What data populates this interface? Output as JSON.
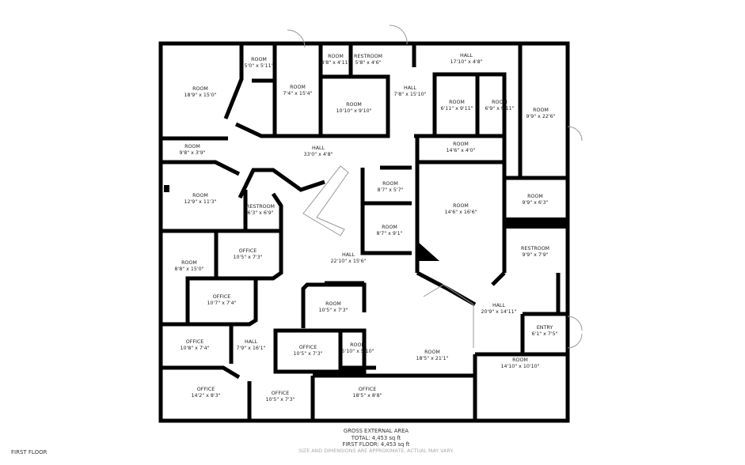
{
  "floor_name": "FIRST FLOOR",
  "rooms": [
    {
      "name": "ROOM",
      "dims": "18'9\" x 15'0\""
    },
    {
      "name": "ROOM",
      "dims": "5'0\" x 5'11\""
    },
    {
      "name": "ROOM",
      "dims": "7'4\" x 15'4\""
    },
    {
      "name": "ROOM",
      "dims": "4'8\" x 4'11\""
    },
    {
      "name": "RESTROOM",
      "dims": "5'8\" x 4'6\""
    },
    {
      "name": "HALL",
      "dims": "7'8\" x 15'10\""
    },
    {
      "name": "HALL",
      "dims": "17'10\" x 4'8\""
    },
    {
      "name": "ROOM",
      "dims": "6'11\" x 9'11\""
    },
    {
      "name": "ROOM",
      "dims": "6'9\" x 9'11\""
    },
    {
      "name": "ROOM",
      "dims": "9'9\" x 22'6\""
    },
    {
      "name": "ROOM",
      "dims": "10'10\" x 9'10\""
    },
    {
      "name": "ROOM",
      "dims": "9'8\" x 3'9\""
    },
    {
      "name": "HALL",
      "dims": "33'0\" x 4'8\""
    },
    {
      "name": "ROOM",
      "dims": "14'6\" x 4'0\""
    },
    {
      "name": "ROOM",
      "dims": "8'7\" x 5'7\""
    },
    {
      "name": "ROOM",
      "dims": "12'9\" x 11'3\""
    },
    {
      "name": "RESTROOM",
      "dims": "6'3\" x 6'9\""
    },
    {
      "name": "ROOM",
      "dims": "14'6\" x 16'6\""
    },
    {
      "name": "ROOM",
      "dims": "9'9\" x 6'3\""
    },
    {
      "name": "ROOM",
      "dims": "8'7\" x 9'1\""
    },
    {
      "name": "OFFICE",
      "dims": "10'5\" x 7'3\""
    },
    {
      "name": "ROOM",
      "dims": "8'8\" x 15'0\""
    },
    {
      "name": "HALL",
      "dims": "22'10\" x 15'6\""
    },
    {
      "name": "RESTROOM",
      "dims": "9'9\" x 7'9\""
    },
    {
      "name": "OFFICE",
      "dims": "10'7\" x 7'4\""
    },
    {
      "name": "ROOM",
      "dims": "10'5\" x 7'3\""
    },
    {
      "name": "HALL",
      "dims": "20'9\" x 14'11\""
    },
    {
      "name": "ENTRY",
      "dims": "6'1\" x 7'5\""
    },
    {
      "name": "OFFICE",
      "dims": "10'8\" x 7'4\""
    },
    {
      "name": "HALL",
      "dims": "7'9\" x 16'1\""
    },
    {
      "name": "OFFICE",
      "dims": "10'5\" x 7'3\""
    },
    {
      "name": "ROOM",
      "dims": "5'10\" x 5'10\""
    },
    {
      "name": "ROOM",
      "dims": "18'5\" x 21'1\""
    },
    {
      "name": "ROOM",
      "dims": "14'10\" x 10'10\""
    },
    {
      "name": "OFFICE",
      "dims": "14'2\" x 8'3\""
    },
    {
      "name": "OFFICE",
      "dims": "10'5\" x 7'3\""
    },
    {
      "name": "OFFICE",
      "dims": "18'5\" x 8'8\""
    }
  ],
  "area": {
    "heading": "GROSS EXTERNAL AREA",
    "total": "TOTAL: 4,453 sq ft",
    "first_floor": "FIRST FLOOR: 4,453 sq ft",
    "disclaimer": "SIZE AND DIMENSIONS ARE APPROXIMATE, ACTUAL MAY VARY."
  }
}
